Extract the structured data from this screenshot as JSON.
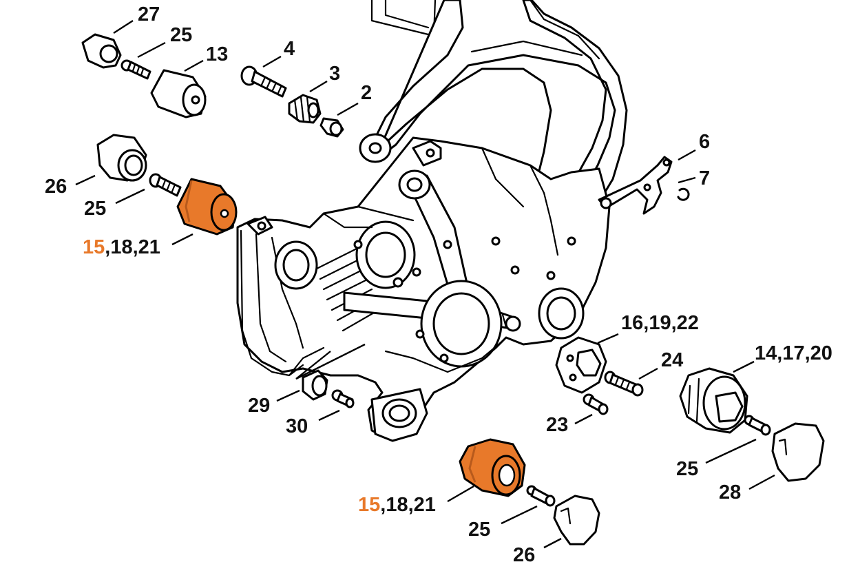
{
  "colors": {
    "highlight": "#e8792a",
    "highlight_dark": "#b85a1c",
    "line": "#000000",
    "background": "#ffffff"
  },
  "callouts": {
    "c27": "27",
    "c25a": "25",
    "c13": "13",
    "c4": "4",
    "c3": "3",
    "c2": "2",
    "c26a": "26",
    "c25b": "25",
    "c15a": {
      "highlight": "15",
      "rest": ",18,21"
    },
    "c6": "6",
    "c7": "7",
    "c16": "16,19,22",
    "c24": "24",
    "c14": "14,17,20",
    "c29": "29",
    "c30": "30",
    "c23": "23",
    "c25c": "25",
    "c28": "28",
    "c15b": {
      "highlight": "15",
      "rest": ",18,21"
    },
    "c25d": "25",
    "c26b": "26"
  }
}
